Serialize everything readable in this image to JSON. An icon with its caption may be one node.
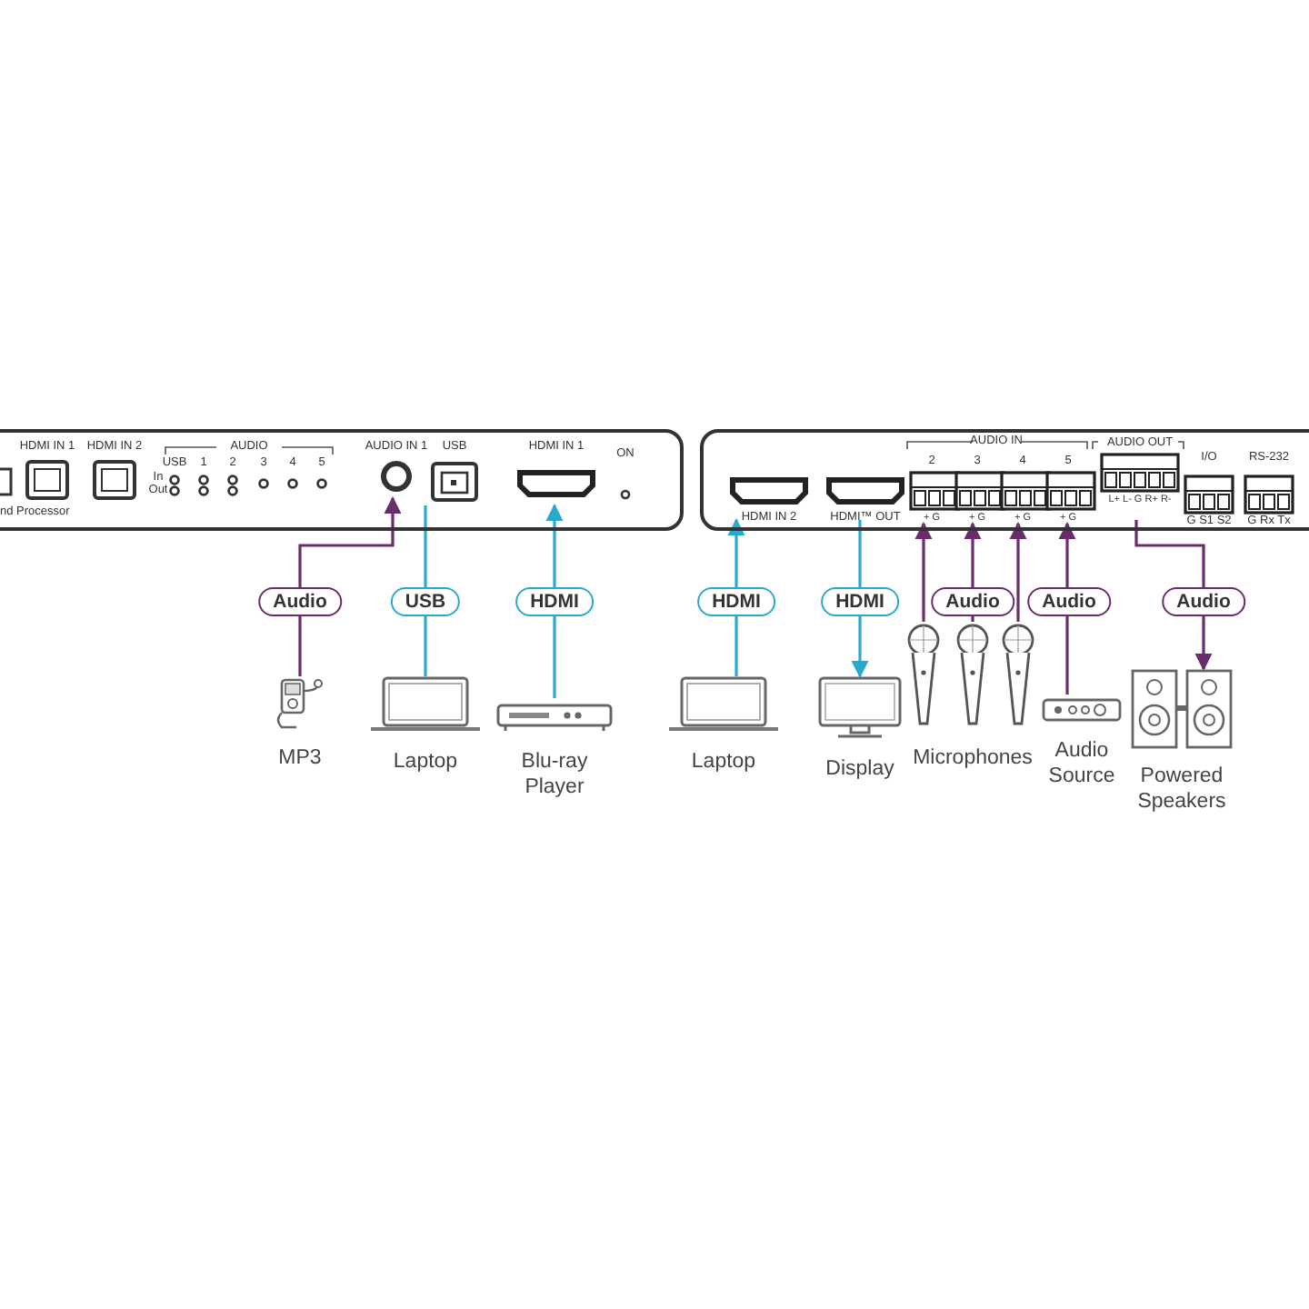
{
  "diagram": {
    "nodes": [
      {
        "text": [],
        "shape": "box"
      },
      {
        "text": [
          "AUDIO IN 1"
        ],
        "in": 0
      },
      {
        "text": [
          "USB"
        ],
        "in": 0
      },
      {
        "text": [
          "HDMI IN 1"
        ],
        "in": 0
      },
      {
        "text": [],
        "shape": "box"
      },
      {
        "text": [
          "HDMI IN 2"
        ],
        "in": 4
      },
      {
        "text": [
          "HDMI™ OUT"
        ],
        "in": 4
      },
      {
        "text": [
          "2"
        ],
        "beside": [
          "+ G"
        ],
        "in": 4
      },
      {
        "text": [
          "3"
        ],
        "beside": [
          "+ G"
        ],
        "in": 4
      },
      {
        "text": [
          "4"
        ],
        "beside": [
          "+ G"
        ],
        "in": 4
      },
      {
        "text": [
          "5"
        ],
        "beside": [
          "+ G"
        ],
        "in": 4
      },
      {
        "text": [
          "AUDIO OUT"
        ],
        "beside": [
          "L+ L- G R+ R-"
        ],
        "in": 4
      },
      {
        "text": [
          "MP3"
        ]
      },
      {
        "text": [
          "Laptop"
        ]
      },
      {
        "text": [
          "Blu-ray Player"
        ]
      },
      {
        "text": [
          "Laptop"
        ]
      },
      {
        "text": [
          "Display"
        ]
      },
      {
        "text": [
          "Microphones"
        ]
      },
      {
        "text": [
          "Audio Source"
        ]
      },
      {
        "text": [
          "Powered Speakers"
        ]
      }
    ],
    "edges": [
      {
        "from": 12,
        "to": 1,
        "arrow": "to",
        "label": "Audio"
      },
      {
        "from": 13,
        "to": 2,
        "arrow": "none",
        "label": "USB",
        "color": "#29a8d0"
      },
      {
        "from": 14,
        "to": 3,
        "arrow": "to",
        "label": "HDMI",
        "color": "#29a8d0"
      },
      {
        "from": 15,
        "to": 5,
        "arrow": "to",
        "label": "HDMI",
        "color": "#29a8d0"
      },
      {
        "from": 6,
        "to": 16,
        "arrow": "to",
        "label": "HDMI",
        "color": "#29a8d0"
      },
      {
        "from": 17,
        "to": 7,
        "arrow": "to"
      },
      {
        "from": 17,
        "to": 8,
        "arrow": "to",
        "label": "Audio"
      },
      {
        "from": 17,
        "to": 9,
        "arrow": "to"
      },
      {
        "from": 18,
        "to": 10,
        "arrow": "to",
        "label": "Audio"
      },
      {
        "from": 11,
        "to": 19,
        "arrow": "to",
        "label": "Audio"
      }
    ],
    "labels": [
      "HDMI IN 1",
      "HDMI IN 2",
      "AUDIO",
      "USB",
      "1",
      "2",
      "3",
      "4",
      "5",
      "In",
      "Out",
      "nd Processor",
      "ON",
      "AUDIO IN",
      "I/O",
      "G S1 S2",
      "RS-232",
      "G Rx Tx"
    ]
  }
}
